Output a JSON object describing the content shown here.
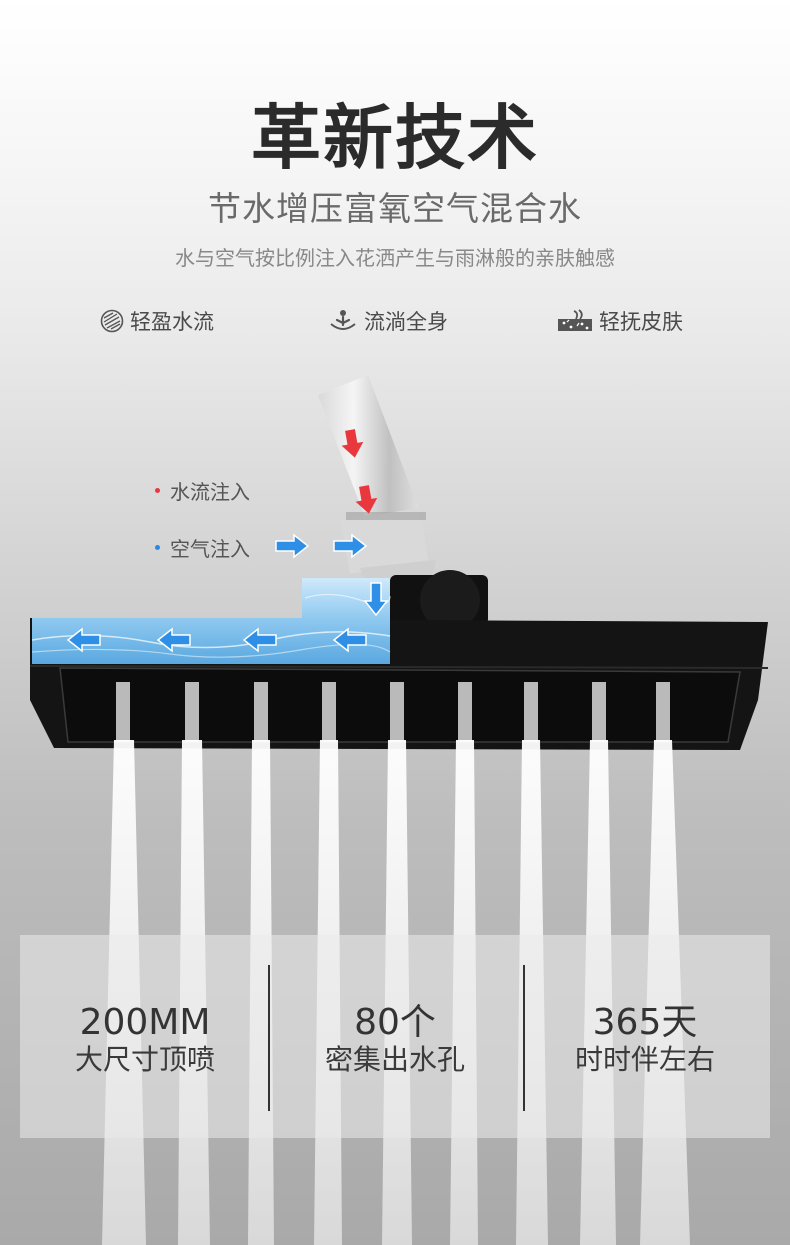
{
  "header": {
    "title": "革新技术",
    "subtitle": "节水增压富氧空气混合水",
    "description": "水与空气按比例注入花洒产生与雨淋般的亲肤触感"
  },
  "features": [
    {
      "label": "轻盈水流",
      "icon": "wave-circle-icon"
    },
    {
      "label": "流淌全身",
      "icon": "person-water-icon"
    },
    {
      "label": "轻抚皮肤",
      "icon": "skin-icon"
    }
  ],
  "legend": {
    "water": {
      "label": "水流注入",
      "color": "#e8383d"
    },
    "air": {
      "label": "空气注入",
      "color": "#2b8ae6"
    }
  },
  "stats": [
    {
      "value": "200MM",
      "label": "大尺寸顶喷"
    },
    {
      "value": "80个",
      "label": "密集出水孔"
    },
    {
      "value": "365天",
      "label": "时时伴左右"
    }
  ]
}
